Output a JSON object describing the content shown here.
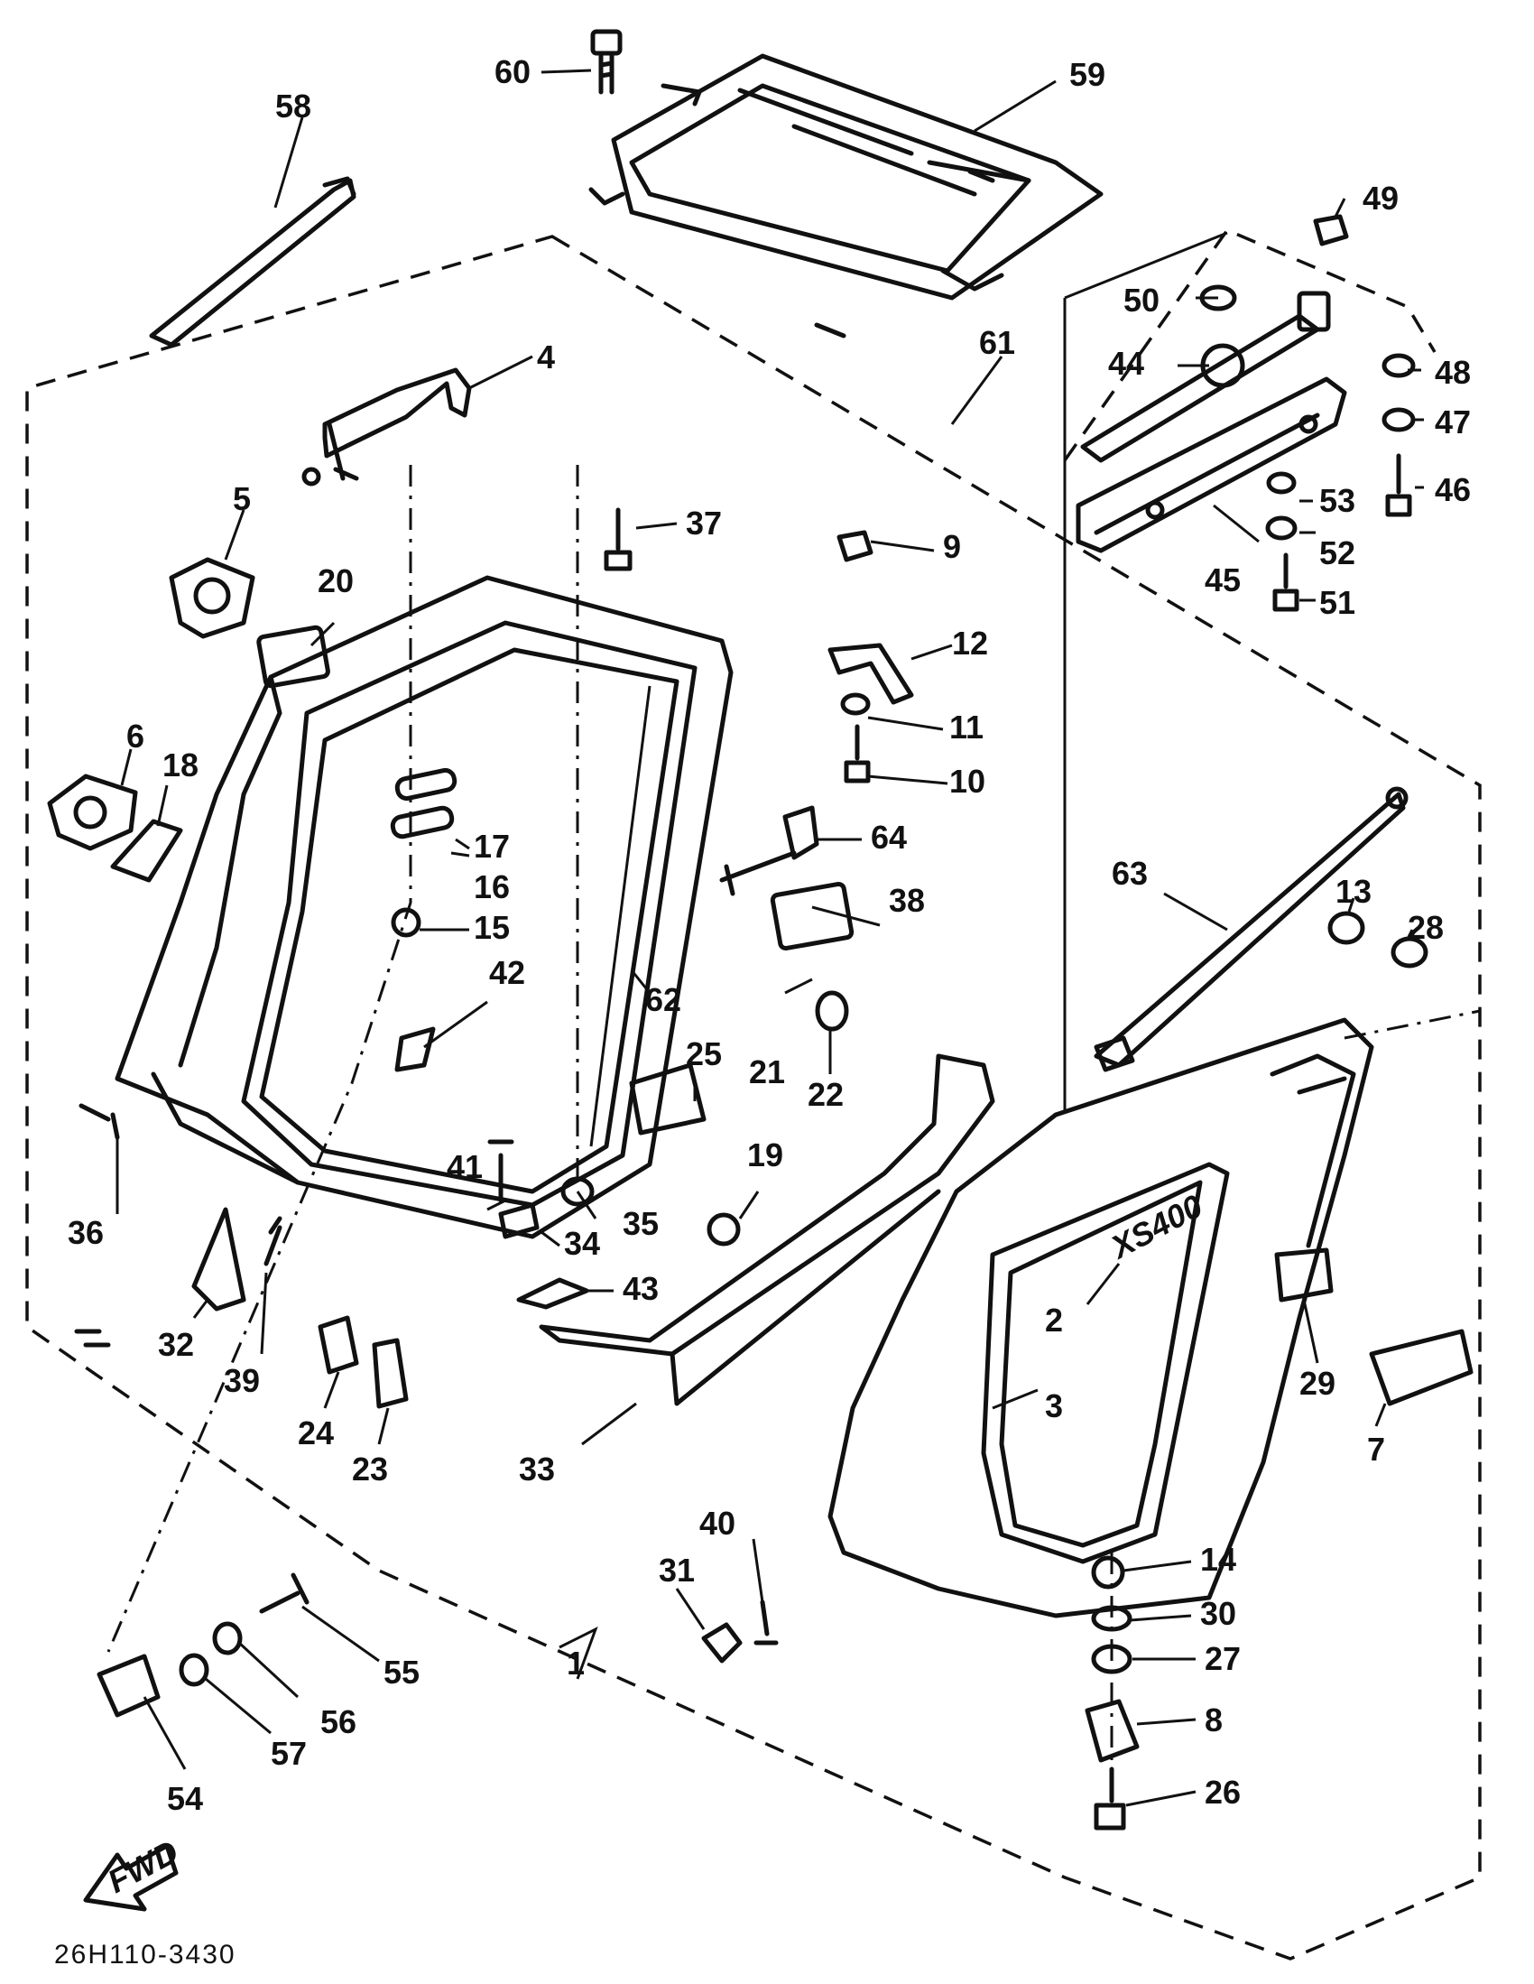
{
  "diagram": {
    "reference_code": "26H110-3430",
    "direction_label": "FWD",
    "emblem_text": "XS400",
    "callouts": [
      {
        "id": "c60",
        "text": "60"
      },
      {
        "id": "c59",
        "text": "59"
      },
      {
        "id": "c58",
        "text": "58"
      },
      {
        "id": "c49",
        "text": "49"
      },
      {
        "id": "c50",
        "text": "50"
      },
      {
        "id": "c44",
        "text": "44"
      },
      {
        "id": "c48",
        "text": "48"
      },
      {
        "id": "c47",
        "text": "47"
      },
      {
        "id": "c46",
        "text": "46"
      },
      {
        "id": "c53",
        "text": "53"
      },
      {
        "id": "c52",
        "text": "52"
      },
      {
        "id": "c45",
        "text": "45"
      },
      {
        "id": "c51",
        "text": "51"
      },
      {
        "id": "c61",
        "text": "61"
      },
      {
        "id": "c4",
        "text": "4"
      },
      {
        "id": "c5",
        "text": "5"
      },
      {
        "id": "c37",
        "text": "37"
      },
      {
        "id": "c9",
        "text": "9"
      },
      {
        "id": "c20",
        "text": "20"
      },
      {
        "id": "c12",
        "text": "12"
      },
      {
        "id": "c11",
        "text": "11"
      },
      {
        "id": "c10",
        "text": "10"
      },
      {
        "id": "c6",
        "text": "6"
      },
      {
        "id": "c18",
        "text": "18"
      },
      {
        "id": "c17",
        "text": "17"
      },
      {
        "id": "c64",
        "text": "64"
      },
      {
        "id": "c16",
        "text": "16"
      },
      {
        "id": "c15",
        "text": "15"
      },
      {
        "id": "c38",
        "text": "38"
      },
      {
        "id": "c63",
        "text": "63"
      },
      {
        "id": "c13",
        "text": "13"
      },
      {
        "id": "c28",
        "text": "28"
      },
      {
        "id": "c42",
        "text": "42"
      },
      {
        "id": "c62",
        "text": "62"
      },
      {
        "id": "c21",
        "text": "21"
      },
      {
        "id": "c22",
        "text": "22"
      },
      {
        "id": "c25",
        "text": "25"
      },
      {
        "id": "c36",
        "text": "36"
      },
      {
        "id": "c19",
        "text": "19"
      },
      {
        "id": "c41",
        "text": "41"
      },
      {
        "id": "c35",
        "text": "35"
      },
      {
        "id": "c34",
        "text": "34"
      },
      {
        "id": "c43",
        "text": "43"
      },
      {
        "id": "c2",
        "text": "2"
      },
      {
        "id": "c29",
        "text": "29"
      },
      {
        "id": "c7",
        "text": "7"
      },
      {
        "id": "c32",
        "text": "32"
      },
      {
        "id": "c39",
        "text": "39"
      },
      {
        "id": "c3",
        "text": "3"
      },
      {
        "id": "c24",
        "text": "24"
      },
      {
        "id": "c23",
        "text": "23"
      },
      {
        "id": "c33",
        "text": "33"
      },
      {
        "id": "c40",
        "text": "40"
      },
      {
        "id": "c31",
        "text": "31"
      },
      {
        "id": "c14",
        "text": "14"
      },
      {
        "id": "c30",
        "text": "30"
      },
      {
        "id": "c27",
        "text": "27"
      },
      {
        "id": "c55",
        "text": "55"
      },
      {
        "id": "c56",
        "text": "56"
      },
      {
        "id": "c8",
        "text": "8"
      },
      {
        "id": "c57",
        "text": "57"
      },
      {
        "id": "c26",
        "text": "26"
      },
      {
        "id": "c54",
        "text": "54"
      },
      {
        "id": "c1",
        "text": "1"
      }
    ]
  }
}
